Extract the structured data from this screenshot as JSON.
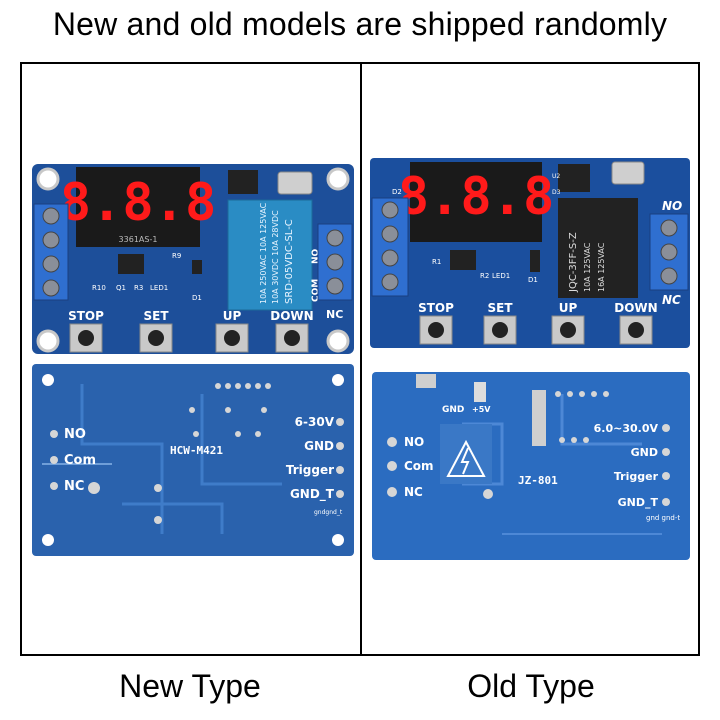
{
  "headline": "New and old models are shipped randomly",
  "captions": {
    "new": "New Type",
    "old": "Old Type"
  },
  "colors": {
    "pcb": "#1d4f9a",
    "pcb_dark": "#153e7a",
    "relay": "#2a8cc4",
    "terminal": "#2f6fd0",
    "display": "#1a1a1a",
    "segment": "#ff1a1a"
  },
  "new_board": {
    "display_digits": "8.8.8",
    "display_part": "3361AS-1",
    "relay_lines": [
      "10A 250VAC 10A 125VAC",
      "10A 30VDC 10A 28VDC",
      "SRD-05VDC-SL-C"
    ],
    "relay_side_labels": [
      "NO",
      "COM"
    ],
    "nc_label": "NC",
    "silk": {
      "r10": "R10",
      "q1": "Q1",
      "r3": "R3",
      "led1": "LED1",
      "d1": "D1",
      "r9": "R9"
    },
    "buttons": [
      "STOP",
      "SET",
      "UP",
      "DOWN"
    ],
    "back": {
      "model": "HCW-M421",
      "left_terminals": [
        "NO",
        "Com",
        "NC"
      ],
      "right_terminals": [
        "6-30V",
        "GND",
        "Trigger",
        "GND_T"
      ],
      "tiny": "gndgnd_t"
    }
  },
  "old_board": {
    "display_digits": "8.8.8",
    "relay_lines": [
      "JQC-3FF-S-Z",
      "10A 125VAC",
      "16A 125VAC"
    ],
    "terminal_labels": [
      "NO",
      "NC"
    ],
    "silk": {
      "d2": "D2",
      "r1": "R1",
      "r2": "R2",
      "led1": "LED1",
      "d1": "D1",
      "u2": "U2",
      "d3": "D3"
    },
    "buttons": [
      "STOP",
      "SET",
      "UP",
      "DOWN"
    ],
    "back": {
      "top_labels": [
        "GND",
        "+5V"
      ],
      "model": "JZ-801",
      "left_terminals": [
        "NO",
        "Com",
        "NC"
      ],
      "right_terminals": [
        "6.0~30.0V",
        "GND",
        "Trigger",
        "GND_T"
      ],
      "tiny": "gnd gnd-t"
    }
  }
}
